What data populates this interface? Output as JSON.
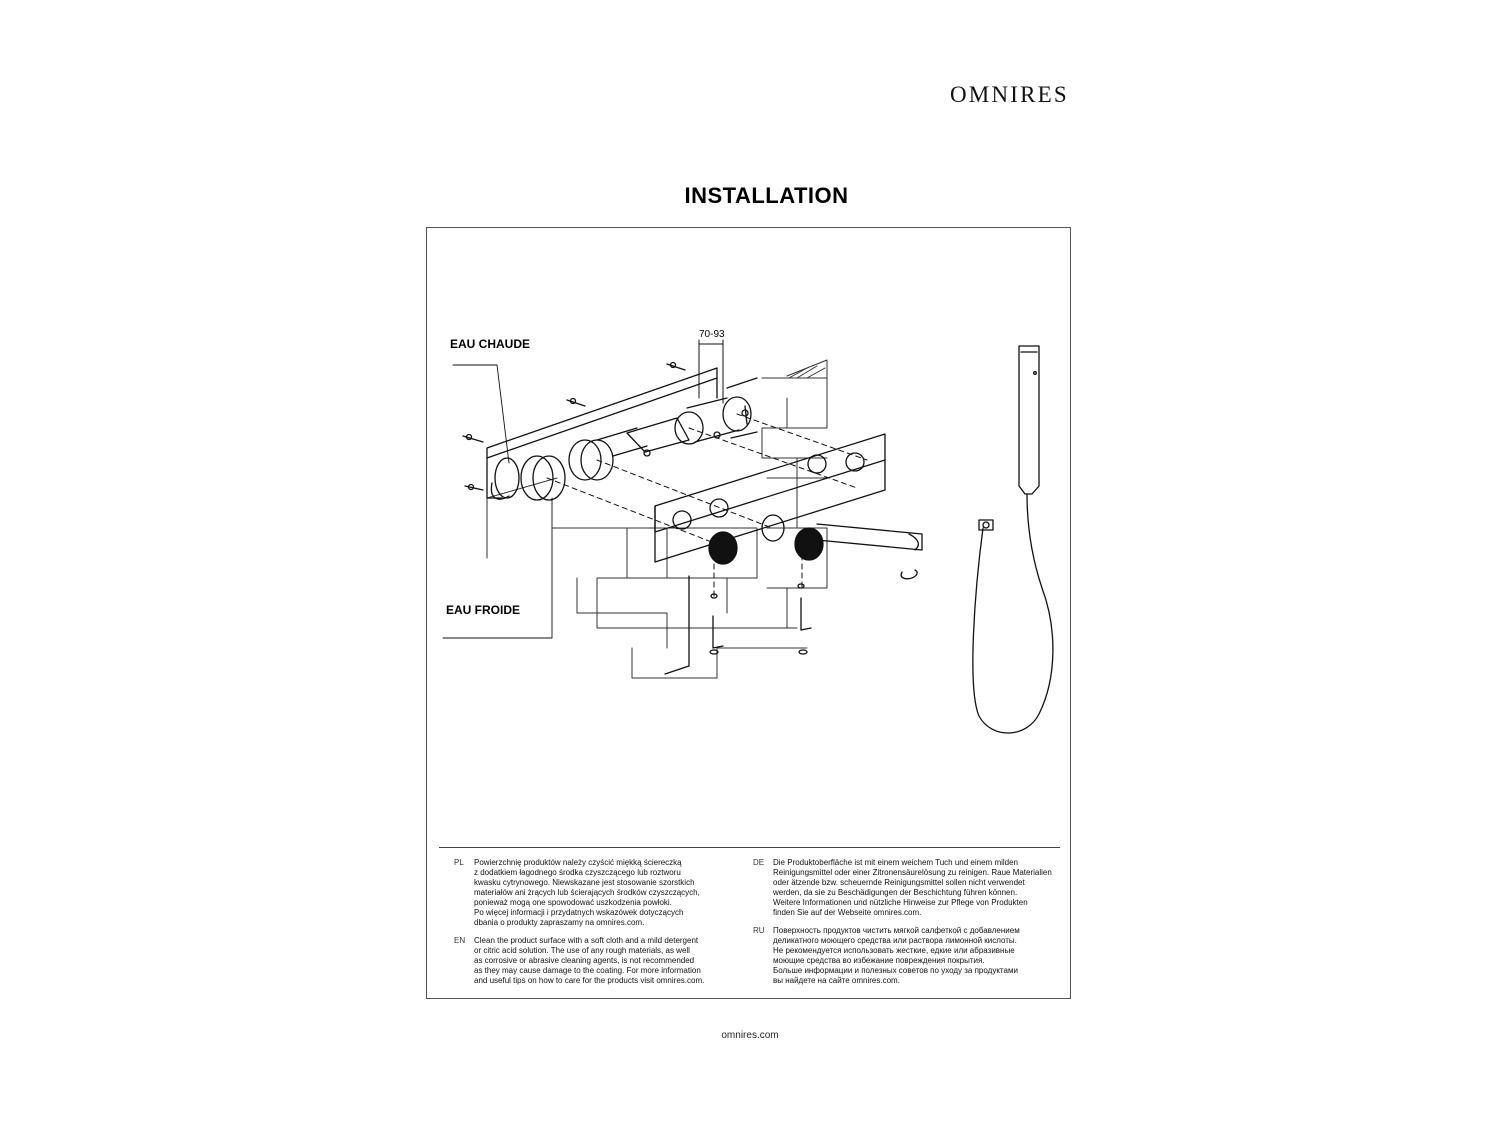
{
  "header": {
    "brand": "OMNIRES"
  },
  "page": {
    "title": "INSTALLATION"
  },
  "diagram": {
    "label_hot": "EAU CHAUDE",
    "label_cold": "EAU FROIDE",
    "dimension": "70-93"
  },
  "notes": {
    "left": [
      {
        "code": "PL",
        "text": "Powierzchnię produktów należy czyścić miękką ściereczką\nz dodatkiem łagodnego środka czyszczącego lub roztworu\nkwasku cytrynowego. Niewskazane jest stosowanie szorstkich\nmateriałów ani żrących lub ścierających środków czyszczących,\nponieważ mogą one spowodować uszkodzenia powłoki.\nPo więcej informacji i przydatnych wskazówek dotyczących\ndbania o produkty zapraszamy na omnires.com."
      },
      {
        "code": "EN",
        "text": "Clean the product surface with a soft cloth and a mild detergent\nor citric acid solution. The use of any rough materials, as well\nas corrosive or abrasive cleaning agents, is not recommended\nas they may cause damage to the coating. For more information\nand useful tips on how to care for the products visit omnires.com."
      }
    ],
    "right": [
      {
        "code": "DE",
        "text": "Die Produktoberfläche ist mit einem weichem Tuch und einem milden\nReinigungsmittel oder einer Zitronensäurelösung zu reinigen. Raue Materialien\noder ätzende bzw. scheuernde Reinigungsmittel sollen nicht verwendet\nwerden, da sie zu Beschädigungen der Beschichtung führen können.\nWeitere Informationen und nützliche Hinweise zur Pflege von Produkten\nfinden Sie auf der Webseite omnires.com."
      },
      {
        "code": "RU",
        "text": "Поверхность продуктов чистить мягкой салфеткой с добавлением\nделикатного моющего средства или раствора лимонной кислоты.\nНе рекомендуется использовать жесткие, едкие или абразивные\nмоющие средства во избежание повреждения покрытия.\nБольше информации и полезных советов по уходу за продуктами\nвы найдете на сайте omnires.com."
      }
    ]
  },
  "footer": {
    "url": "omnires.com"
  }
}
